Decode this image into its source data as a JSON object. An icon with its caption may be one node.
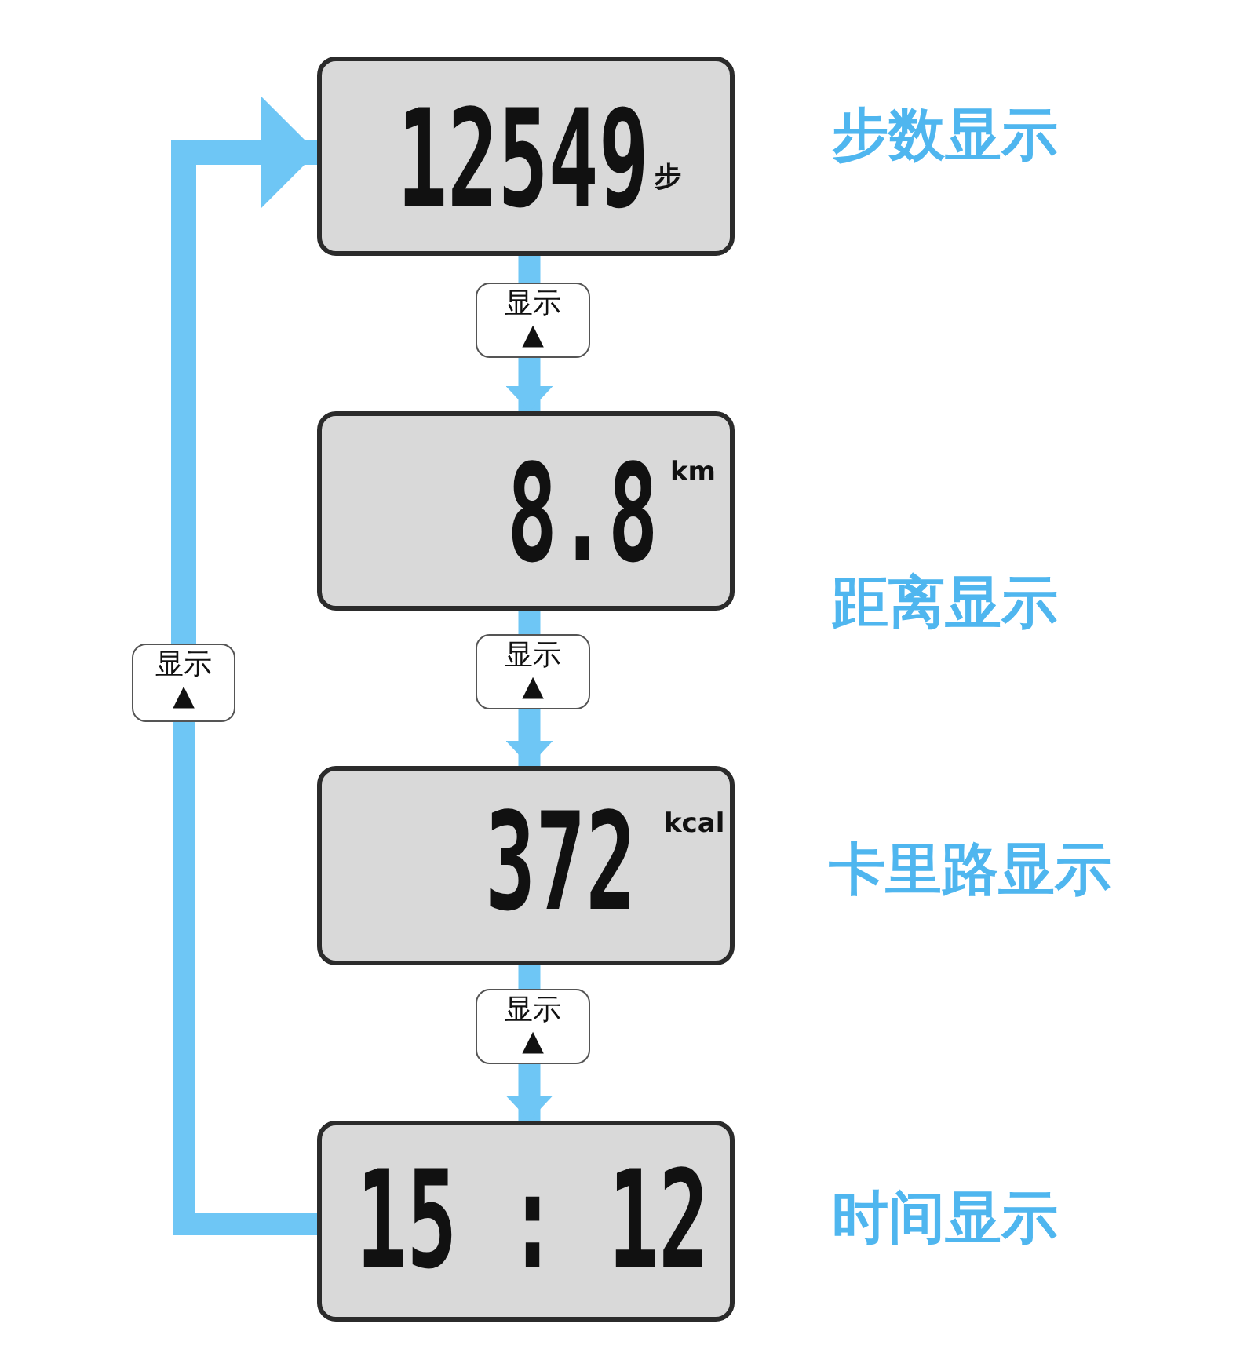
{
  "diagram": {
    "nodes": [
      {
        "text": [
          "12549",
          "步"
        ],
        "beside": [
          "步数显示"
        ]
      },
      {
        "text": [
          "显示",
          "▲"
        ]
      },
      {
        "text": [
          "8.8",
          "km"
        ],
        "beside": [
          "距离显示"
        ]
      },
      {
        "text": [
          "显示",
          "▲"
        ]
      },
      {
        "text": [
          "372",
          "kcal"
        ],
        "beside": [
          "卡里路显示"
        ]
      },
      {
        "text": [
          "显示",
          "▲"
        ]
      },
      {
        "text": [
          "15 : 12"
        ],
        "beside": [
          "时间显示"
        ]
      },
      {
        "text": [
          "显示",
          "▲"
        ]
      }
    ],
    "edges": [
      {
        "from": 0,
        "to": 1,
        "arrow": "none"
      },
      {
        "from": 1,
        "to": 2,
        "arrow": "to"
      },
      {
        "from": 2,
        "to": 3,
        "arrow": "none"
      },
      {
        "from": 3,
        "to": 4,
        "arrow": "to"
      },
      {
        "from": 4,
        "to": 5,
        "arrow": "none"
      },
      {
        "from": 5,
        "to": 6,
        "arrow": "to"
      },
      {
        "from": 6,
        "to": 7,
        "arrow": "none"
      },
      {
        "from": 7,
        "to": 0,
        "arrow": "to"
      }
    ]
  }
}
